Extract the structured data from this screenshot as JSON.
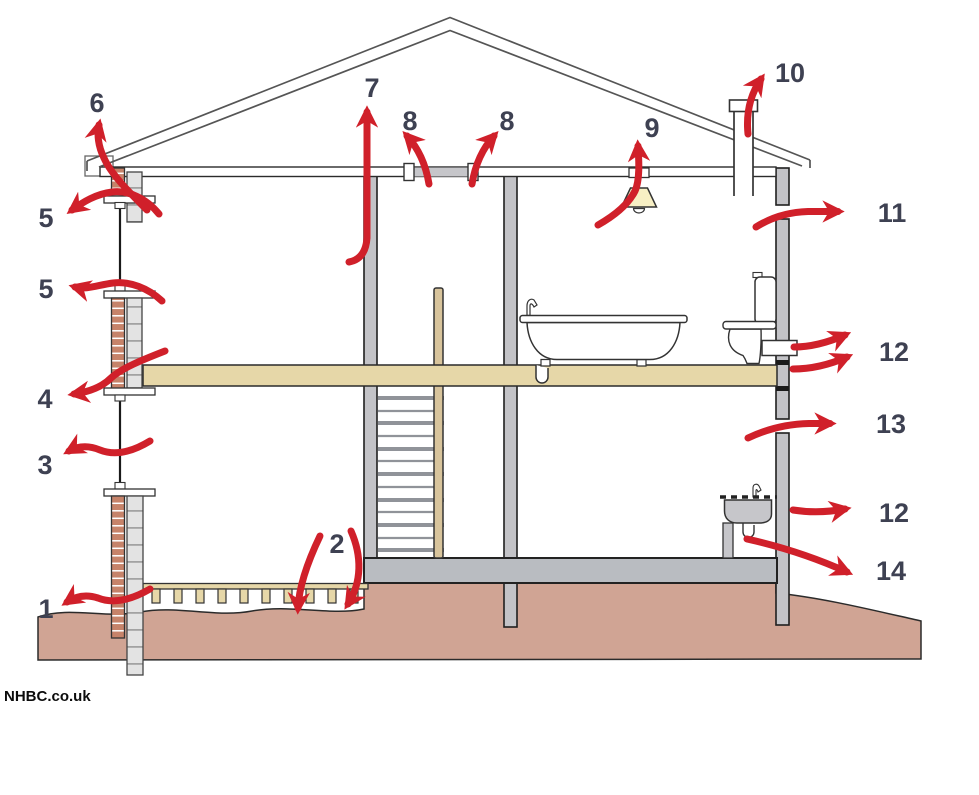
{
  "branding": {
    "source": "NHBC.co.uk"
  },
  "colors": {
    "arrow-red": "#d0202a",
    "label-ink": "#3e4152",
    "brick": "#c6836a",
    "soil": "#d0a494",
    "slab-gray": "#b9bcc1",
    "wall-gray": "#c3c3c7",
    "floor-tan": "#e6d7a8",
    "lamp-yellow": "#f7efc4",
    "timber": "#d8c49c",
    "outline": "#2b2b2b"
  },
  "labels": {
    "n1": "1",
    "n2": "2",
    "n3": "3",
    "n4": "4",
    "n5_upper": "5",
    "n5_lower": "5",
    "n6": "6",
    "n7": "7",
    "n8_left": "8",
    "n8_right": "8",
    "n9": "9",
    "n10": "10",
    "n11": "11",
    "n12_toilet": "12",
    "n13": "13",
    "n12_basin": "12",
    "n14": "14"
  }
}
